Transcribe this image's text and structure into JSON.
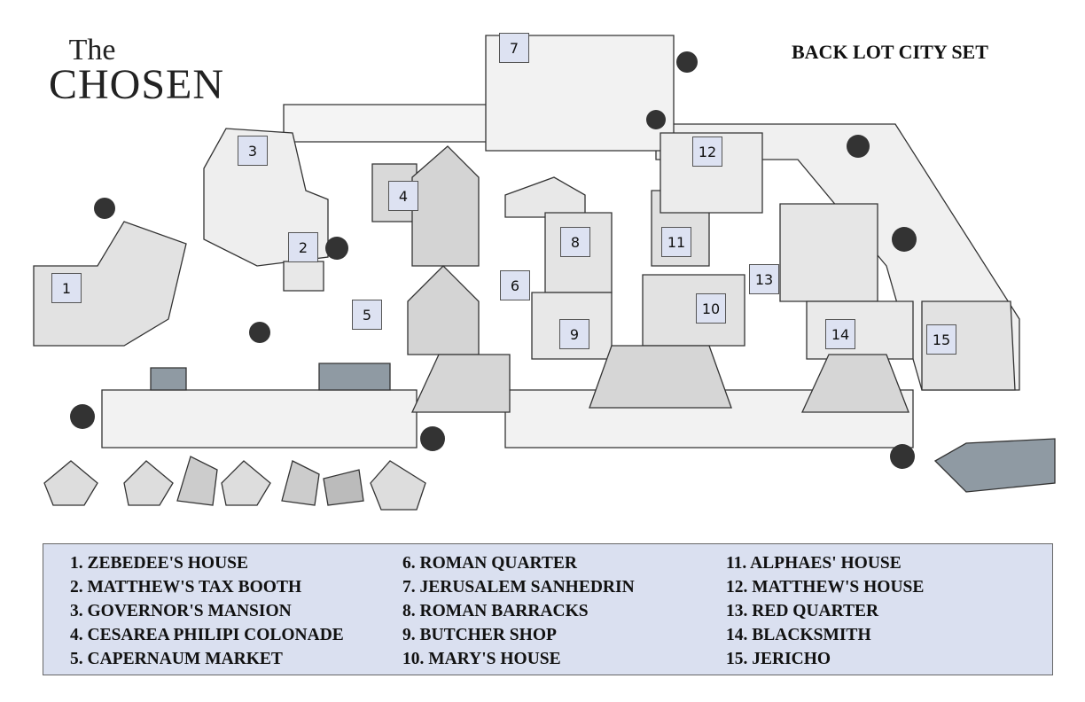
{
  "logo": {
    "line1": "The",
    "line2": "CHOSEN"
  },
  "title": "BACK LOT CITY SET",
  "colors": {
    "marker_fill": "#dde2f2",
    "legend_fill": "#dae0f0",
    "building": "#e6e6e6",
    "roof": "#cfcfcf",
    "shade": "#8f9aa3"
  },
  "markers": [
    "1",
    "2",
    "3",
    "4",
    "5",
    "6",
    "7",
    "8",
    "9",
    "10",
    "11",
    "12",
    "13",
    "14",
    "15"
  ],
  "legend": [
    [
      "1. ZEBEDEE'S HOUSE",
      "2. MATTHEW'S TAX BOOTH",
      "3. GOVERNOR'S MANSION",
      "4. CESAREA PHILIPI COLONADE",
      "5. CAPERNAUM MARKET"
    ],
    [
      "6. ROMAN QUARTER",
      "7. JERUSALEM SANHEDRIN",
      "8. ROMAN BARRACKS",
      "9. BUTCHER SHOP",
      "10. MARY'S HOUSE"
    ],
    [
      "11. ALPHAES' HOUSE",
      "12. MATTHEW'S HOUSE",
      "13. RED QUARTER",
      "14. BLACKSMITH",
      "15. JERICHO"
    ]
  ]
}
